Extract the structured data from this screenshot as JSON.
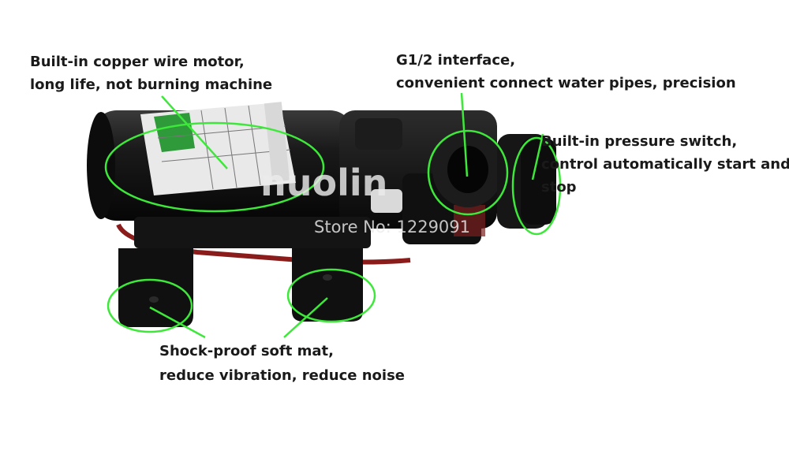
{
  "annotations": {
    "motor": {
      "line1": "Built-in copper wire motor,",
      "line2": "long life, not burning machine"
    },
    "interface": {
      "line1": "G1/2 interface,",
      "line2": "convenient  connect water pipes, precision"
    },
    "switch": {
      "line1": "Built-in pressure switch,",
      "line2": "control automatically start and",
      "line3": "stop"
    },
    "mat": {
      "line1": "Shock-proof soft mat,",
      "line2": "reduce vibration, reduce noise"
    }
  },
  "watermark": {
    "brand": "nuolin",
    "store": "Store No: 1229091"
  },
  "colors": {
    "highlight": "#3ee83a",
    "pump_body": "#121212",
    "background": "#ffffff"
  }
}
